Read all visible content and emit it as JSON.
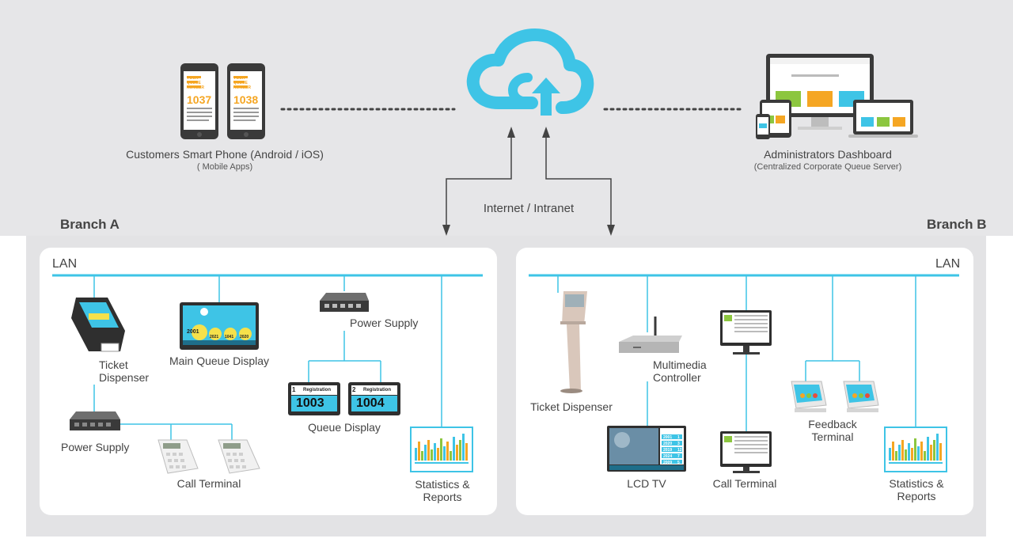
{
  "top": {
    "phones": [
      {
        "line1": "YOUR",
        "line2": "QUEUE",
        "line3": "NUMBER",
        "number": "1037"
      },
      {
        "line1": "YOUR",
        "line2": "QUEUE",
        "line3": "NUMBER",
        "number": "1038"
      }
    ],
    "customers_label": "Customers Smart Phone (Android / iOS)",
    "customers_sub": "( Mobile Apps)",
    "admin_label": "Administrators Dashboard",
    "admin_sub": "(Centralized Corporate Queue Server)",
    "network_label": "Internet / Intranet"
  },
  "branch_a": {
    "title": "Branch A",
    "lan": "LAN",
    "ticket_dispenser": [
      "Ticket",
      "Dispenser"
    ],
    "main_queue_display": "Main Queue Display",
    "main_display_numbers": [
      "2001",
      "2021",
      "1041",
      "2020"
    ],
    "power_supply_top": "Power Supply",
    "power_supply_bottom": "Power Supply",
    "queue_display": "Queue Display",
    "queue_panels": [
      {
        "counter": "1",
        "title": "Registration",
        "number": "1003"
      },
      {
        "counter": "2",
        "title": "Registration",
        "number": "1004"
      }
    ],
    "call_terminal": "Call Terminal",
    "stats": [
      "Statistics &",
      "Reports"
    ]
  },
  "branch_b": {
    "title": "Branch B",
    "lan": "LAN",
    "ticket_dispenser": "Ticket Dispenser",
    "multimedia": [
      "Multimedia",
      "Controller"
    ],
    "lcd_tv": "LCD TV",
    "lcd_rows": [
      "2001",
      "2020",
      "2019",
      "2024",
      "2009"
    ],
    "lcd_counters": [
      "1",
      "3",
      "12",
      "7",
      "5"
    ],
    "call_terminal": "Call Terminal",
    "feedback": [
      "Feedback",
      "Terminal"
    ],
    "stats": [
      "Statistics &",
      "Reports"
    ]
  },
  "colors": {
    "accent": "#3ec4e6",
    "bg_top": "#e6e6e8",
    "bg_bottom": "#e3e3e5",
    "panel": "#ffffff",
    "orange": "#f5a623",
    "green": "#8cc63f"
  }
}
